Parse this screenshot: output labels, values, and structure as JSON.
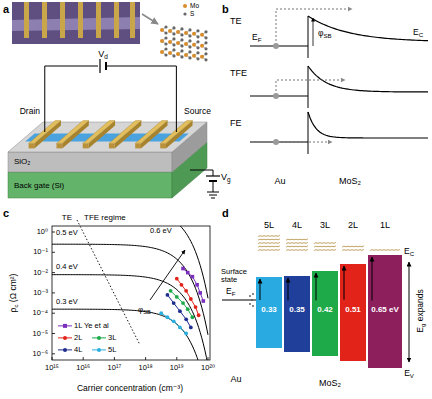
{
  "diagram": {
    "nodes": [
      {
        "text": [
          "5L",
          "0.33"
        ]
      },
      {
        "text": [
          "4L",
          "0.35"
        ]
      },
      {
        "text": [
          "3L",
          "0.42"
        ]
      },
      {
        "text": [
          "2L",
          "0.51"
        ]
      },
      {
        "text": [
          "1L",
          "0.65 eV"
        ]
      }
    ],
    "labels": [
      "a",
      "Mo",
      "S",
      "Vd",
      "Drain",
      "Source",
      "SiO₂",
      "Back gate (Si)",
      "Vg",
      "b",
      "TE",
      "TFE",
      "FE",
      "EF",
      "φSB",
      "EC",
      "Au",
      "MoS₂",
      "c",
      "TE",
      "TFE regime",
      "ρc (Ω cm²)",
      "Carrier concentration (cm⁻³)",
      "10⁰",
      "10⁻¹",
      "10⁻²",
      "10⁻³",
      "10⁻⁴",
      "10⁻⁵",
      "10⁻⁶",
      "10¹⁵",
      "10¹⁶",
      "10¹⁷",
      "10¹⁸",
      "10¹⁹",
      "10²⁰",
      "0.6 eV",
      "0.5 eV",
      "0.4 eV",
      "0.3 eV",
      "φSB",
      "d",
      "Surface state",
      "EF",
      "Au",
      "MoS₂",
      "EC",
      "EV",
      "Eg expands"
    ],
    "legend": [
      {
        "text": "1L Ye et al"
      },
      {
        "text": "2L"
      },
      {
        "text": "3L"
      },
      {
        "text": "4L"
      },
      {
        "text": "5L"
      }
    ]
  }
}
